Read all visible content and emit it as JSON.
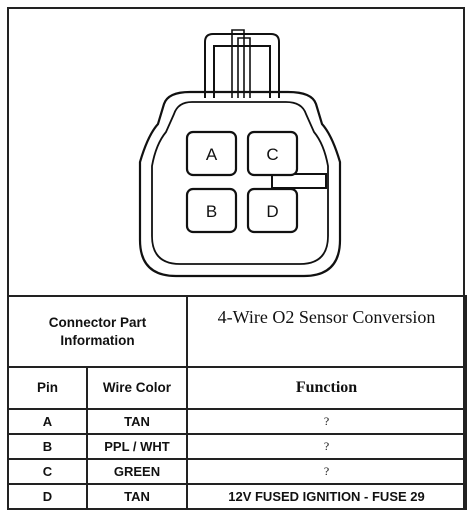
{
  "connector": {
    "pins": [
      {
        "id": "A"
      },
      {
        "id": "C"
      },
      {
        "id": "B"
      },
      {
        "id": "D"
      }
    ]
  },
  "table": {
    "header_left": "Connector Part Information",
    "header_right": "4-Wire O2 Sensor Conversion",
    "columns": {
      "pin": "Pin",
      "wire_color": "Wire Color",
      "function": "Function"
    },
    "rows": [
      {
        "pin": "A",
        "wire_color": "TAN",
        "function": "?"
      },
      {
        "pin": "B",
        "wire_color": "PPL / WHT",
        "function": "?"
      },
      {
        "pin": "C",
        "wire_color": "GREEN",
        "function": "?"
      },
      {
        "pin": "D",
        "wire_color": "TAN",
        "function": "12V FUSED IGNITION - FUSE 29"
      }
    ]
  }
}
